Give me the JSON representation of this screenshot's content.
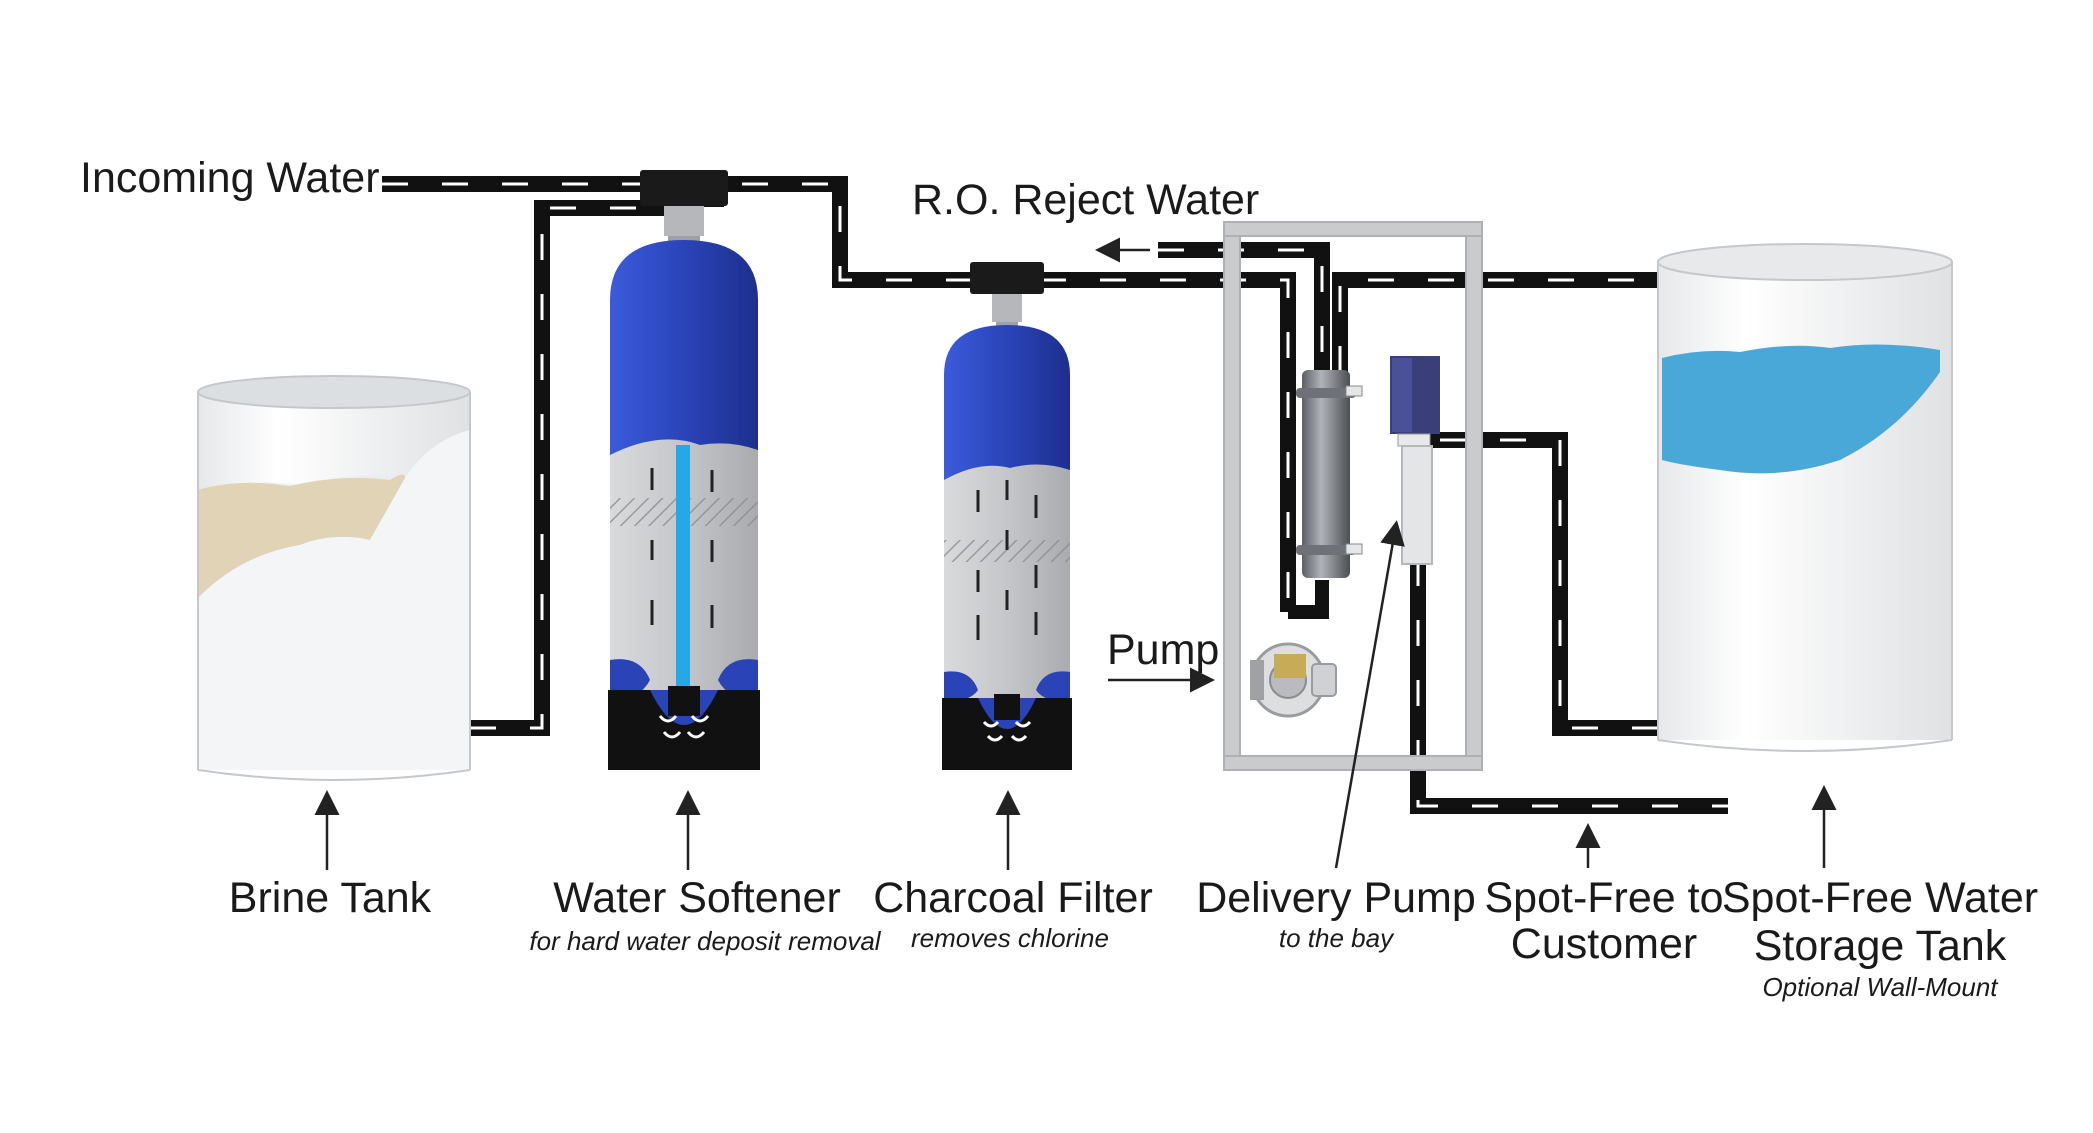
{
  "labels": {
    "incoming_water": "Incoming Water",
    "ro_reject_water": "R.O. Reject Water",
    "pump": "Pump",
    "brine_tank": "Brine Tank",
    "water_softener": "Water Softener",
    "water_softener_sub": "for hard water deposit removal",
    "charcoal_filter": "Charcoal Filter",
    "charcoal_filter_sub": "removes chlorine",
    "delivery_pump": "Delivery Pump",
    "delivery_pump_sub": "to the bay",
    "spot_free_customer_1": "Spot-Free to",
    "spot_free_customer_2": "Customer",
    "storage_tank_1": "Spot-Free Water",
    "storage_tank_2": "Storage Tank",
    "storage_tank_sub": "Optional Wall-Mount"
  },
  "colors": {
    "pipe": "#111111",
    "tank_blue": "#2b3fb0",
    "media_gray": "#c4c6c9",
    "brine": "#e1d3b6",
    "water": "#4aa8d8",
    "frame": "#c9cbcd"
  }
}
